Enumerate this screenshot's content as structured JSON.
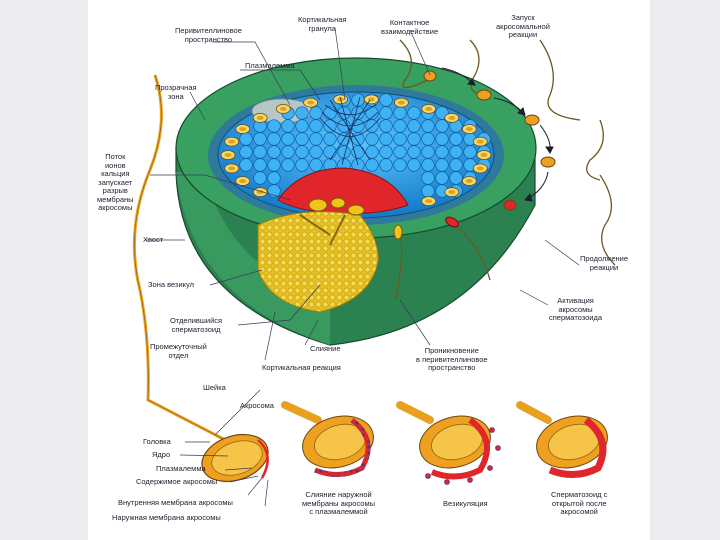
{
  "labels": {
    "perivitelline_top": "Перивителлиновое\nпространство",
    "cortical_granule": "Кортикальная\nгранула",
    "contact": "Контактное\nвзаимодействие",
    "acrosome_launch": "Запуск\nакросомальной\nреакции",
    "plasmalemma_top": "Плазмалемма",
    "zona": "Прозрачная\nзона",
    "calcium": "Поток\nионов\nкальция\nзапускает\nразрыв\nмембраны\nакросомы",
    "tail": "Хвост",
    "yolk": "Зона везикул",
    "digestion": "Продолжение\nреакции",
    "acrosome_activation": "Активация\nакросомы\nсперматозоида",
    "detached": "Отделившийся\nсперматозоид",
    "midpiece": "Промежуточный\nотдел",
    "fusion": "Слияние",
    "entry": "Проникновение\nв перивителлиновое\nпространство",
    "cortical_reaction": "Кортикальная реакция",
    "neck": "Шейка",
    "acrosome": "Акросома",
    "head": "Головка",
    "nucleus": "Ядро",
    "plasmalemma": "Плазмалемма",
    "acrosome_content": "Содержимое акросомы",
    "inner_membrane": "Внутренняя мембрана акросомы",
    "outer_membrane": "Наружная мембрана акросомы",
    "fused_membrane": "Слияние наружной\nмембраны акросомы\nс плазмалеммой",
    "vesiculation": "Везикуляция",
    "final_sperm": "Сперматозоид с\nоткрытой после\nакросомой"
  },
  "colors": {
    "zona": "#2e8b57",
    "zona_dark": "#1f6b40",
    "cytoplasm": "#1e9fe0",
    "granule": "#f5d76e",
    "nucleus_red": "#e0262b",
    "yellow": "#f0c419",
    "sperm_orange": "#f0a020",
    "sperm_gold": "#e8b030",
    "line": "#3a3a5a"
  }
}
